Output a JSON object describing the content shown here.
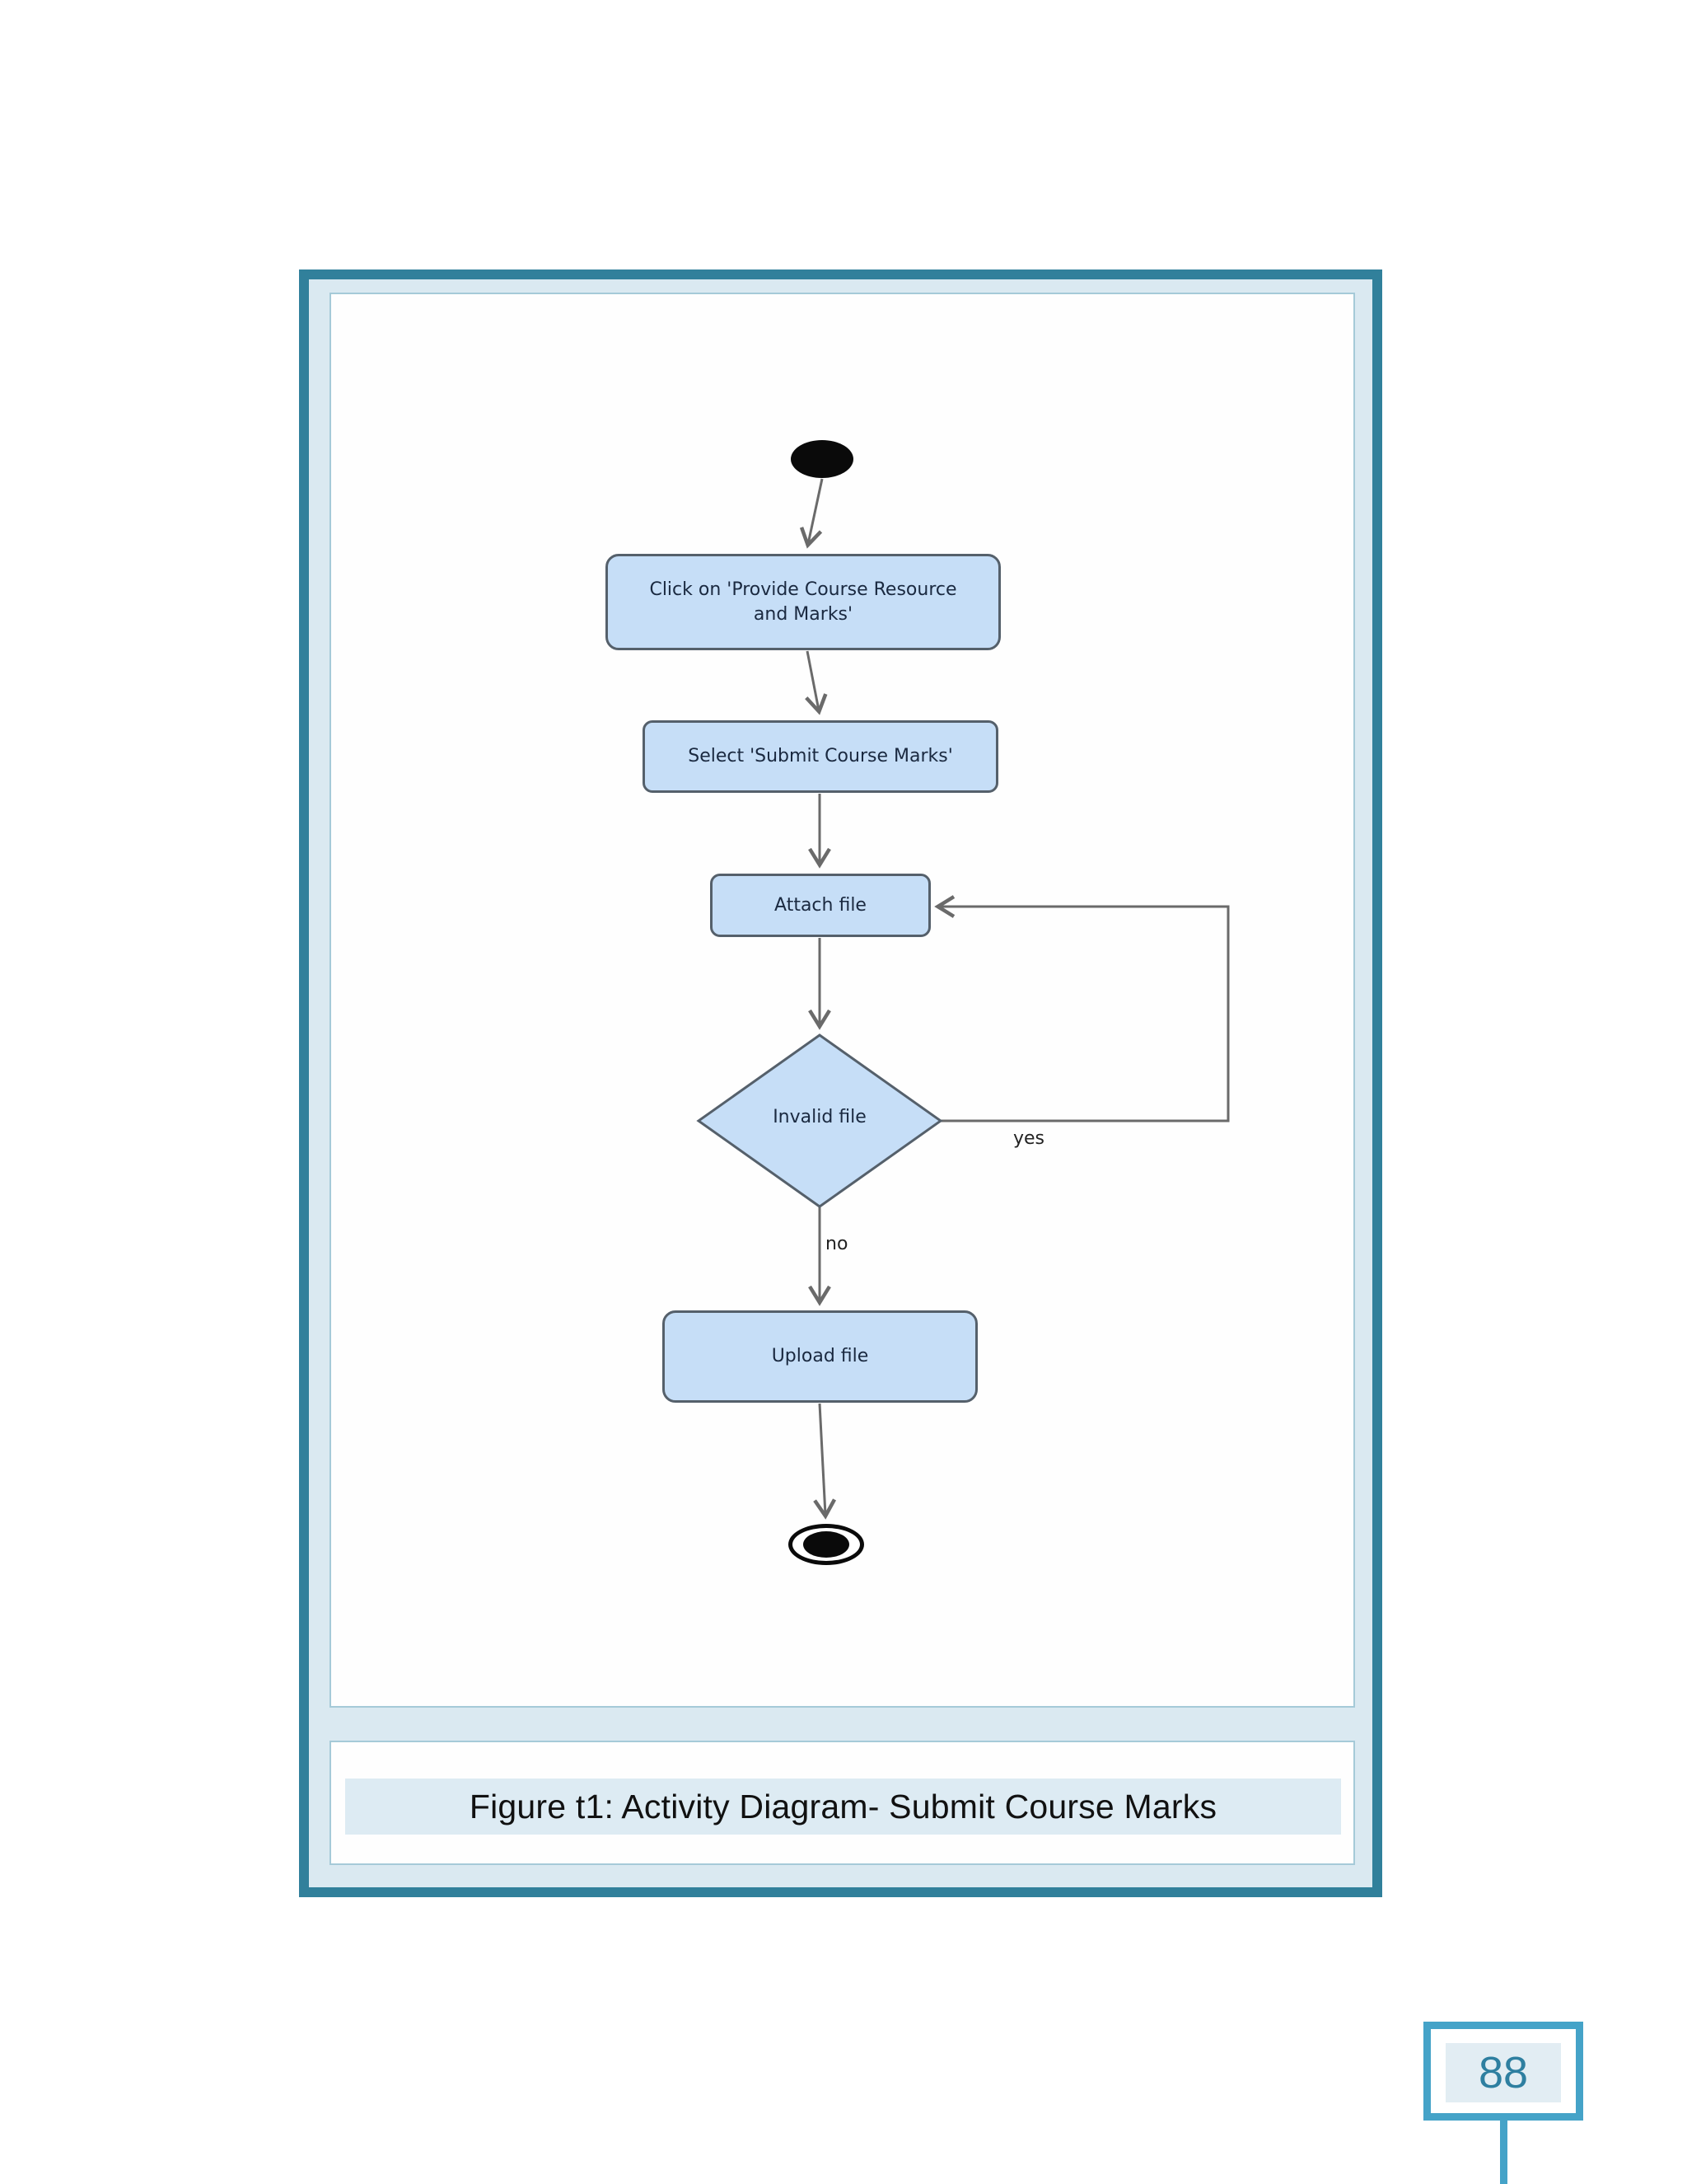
{
  "page": {
    "number": "88"
  },
  "figure": {
    "caption": "Figure t1: Activity Diagram- Submit Course Marks",
    "diagram": {
      "type": "activity",
      "nodes": [
        {
          "id": "start",
          "type": "initial",
          "label": ""
        },
        {
          "id": "n1",
          "type": "activity",
          "label": "Click on 'Provide Course Resource and Marks'"
        },
        {
          "id": "n2",
          "type": "activity",
          "label": "Select 'Submit Course Marks'"
        },
        {
          "id": "n3",
          "type": "activity",
          "label": "Attach file"
        },
        {
          "id": "d1",
          "type": "decision",
          "label": "Invalid file"
        },
        {
          "id": "n4",
          "type": "activity",
          "label": "Upload file"
        },
        {
          "id": "end",
          "type": "final",
          "label": ""
        }
      ],
      "edges": [
        {
          "from": "start",
          "to": "n1",
          "label": ""
        },
        {
          "from": "n1",
          "to": "n2",
          "label": ""
        },
        {
          "from": "n2",
          "to": "n3",
          "label": ""
        },
        {
          "from": "n3",
          "to": "d1",
          "label": ""
        },
        {
          "from": "d1",
          "to": "n3",
          "label": "yes"
        },
        {
          "from": "d1",
          "to": "n4",
          "label": "no"
        },
        {
          "from": "n4",
          "to": "end",
          "label": ""
        }
      ],
      "labels": {
        "yes": "yes",
        "no": "no"
      }
    }
  },
  "colors": {
    "frame_border": "#31809B",
    "frame_band": "#DAE9F1",
    "panel_border": "#A5CAD8",
    "node_fill": "#C6DEF7",
    "node_border": "#55606B",
    "arrow": "#6A6A6A",
    "caption_bg": "#DDEBF3",
    "page_number_text": "#2E7FA0",
    "page_number_border": "#45A3C8",
    "page_number_bg": "#E2EDF3"
  }
}
